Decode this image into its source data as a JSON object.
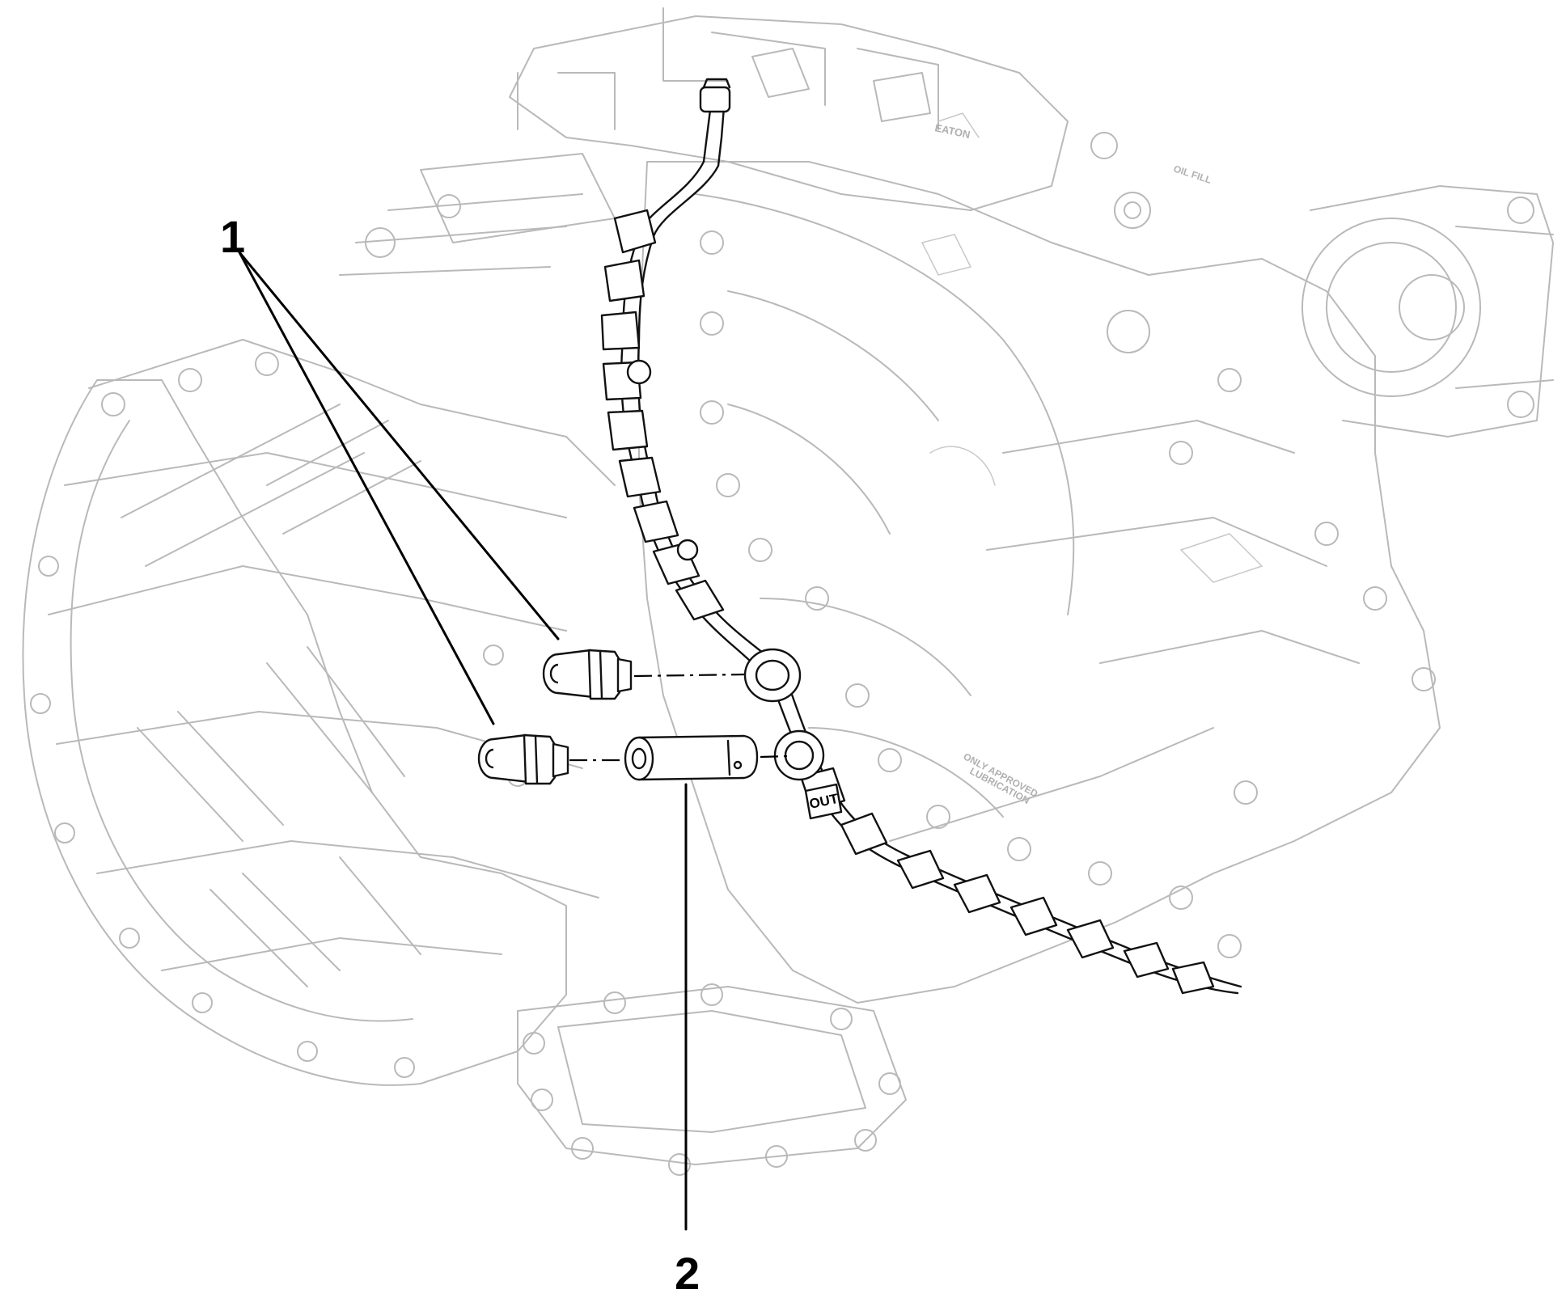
{
  "callouts": {
    "fitting_label": "1",
    "tube_label": "2"
  },
  "housing_text": {
    "fill_label": "OIL FILL",
    "approved": "ONLY APPROVED",
    "lubrication": "LUBRICATION",
    "cooler_tag": "OUT",
    "brand": "EATON"
  },
  "colors": {
    "background": "#ffffff",
    "housing_outline": "#b9b9b9",
    "highlighted_parts": "#111111",
    "callout_text": "#000000"
  }
}
